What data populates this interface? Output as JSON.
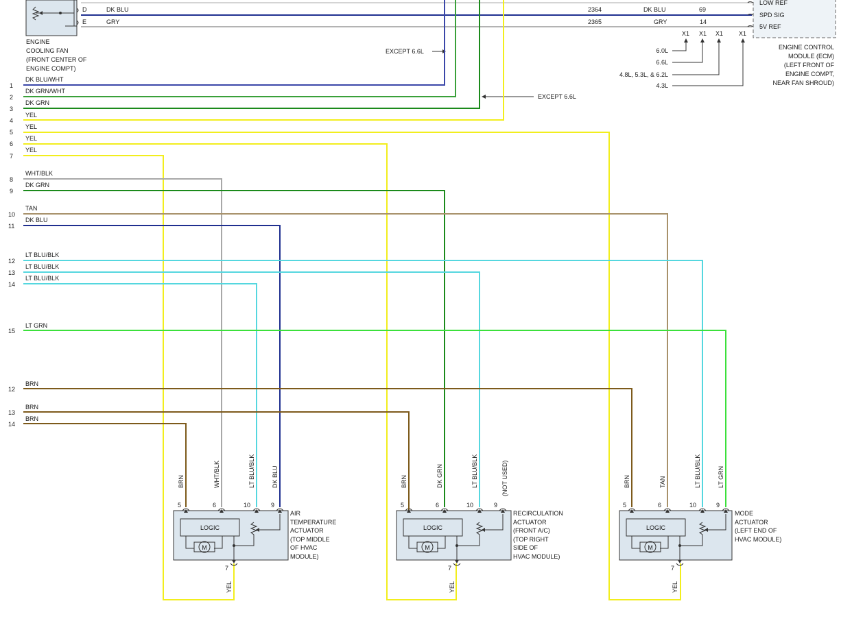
{
  "top": {
    "fan_pins": [
      "D",
      "E"
    ],
    "fan_wires": [
      "DK BLU",
      "GRY"
    ],
    "circuits": [
      "2364",
      "2365"
    ],
    "ecm_wires": [
      "DK BLU",
      "GRY"
    ],
    "ecm_pins": [
      "69",
      "14"
    ],
    "ecm_signals": [
      "LOW REF",
      "SPD SIG",
      "5V REF"
    ],
    "fan_caption": [
      "ENGINE",
      "COOLING FAN",
      "(FRONT CENTER OF",
      "ENGINE COMPT)"
    ],
    "ecm_caption": [
      "ENGINE CONTROL",
      "MODULE (ECM)",
      "(LEFT FRONT OF",
      "ENGINE COMPT,",
      "NEAR FAN SHROUD)"
    ],
    "connectors": [
      "X1",
      "X1",
      "X1",
      "X1"
    ],
    "engines": [
      "6.0L",
      "6.6L",
      "4.8L, 5.3L, & 6.2L",
      "4.3L"
    ],
    "except_notes": [
      "EXCEPT 6.6L",
      "EXCEPT 6.6L"
    ]
  },
  "wires": [
    {
      "num": "1",
      "label": "DK BLU/WHT"
    },
    {
      "num": "2",
      "label": "DK GRN/WHT"
    },
    {
      "num": "3",
      "label": "DK GRN"
    },
    {
      "num": "4",
      "label": "YEL"
    },
    {
      "num": "5",
      "label": "YEL"
    },
    {
      "num": "6",
      "label": "YEL"
    },
    {
      "num": "7",
      "label": "YEL"
    },
    {
      "num": "8",
      "label": "WHT/BLK"
    },
    {
      "num": "9",
      "label": "DK GRN"
    },
    {
      "num": "10",
      "label": "TAN"
    },
    {
      "num": "11",
      "label": "DK BLU"
    },
    {
      "num": "12",
      "label": "LT BLU/BLK"
    },
    {
      "num": "13",
      "label": "LT BLU/BLK"
    },
    {
      "num": "14",
      "label": "LT BLU/BLK"
    },
    {
      "num": "15",
      "label": "LT GRN"
    },
    {
      "num": "12",
      "label": "BRN"
    },
    {
      "num": "13",
      "label": "BRN"
    },
    {
      "num": "14",
      "label": "BRN"
    }
  ],
  "actuators": [
    {
      "vlabels": [
        "BRN",
        "WHT/BLK",
        "LT BLU/BLK",
        "DK BLU"
      ],
      "pins": [
        "5",
        "6",
        "10",
        "9"
      ],
      "logic": "LOGIC",
      "motor": "M",
      "bottom_pin": "7",
      "bottom_label": "YEL",
      "caption": [
        "AIR",
        "TEMPERATURE",
        "ACTUATOR",
        "(TOP MIDDLE",
        "OF HVAC",
        "MODULE)"
      ]
    },
    {
      "vlabels": [
        "BRN",
        "DK GRN",
        "LT BLU/BLK",
        "(NOT USED)"
      ],
      "pins": [
        "5",
        "6",
        "10",
        "9"
      ],
      "logic": "LOGIC",
      "motor": "M",
      "bottom_pin": "7",
      "bottom_label": "YEL",
      "caption": [
        "RECIRCULATION",
        "ACTUATOR",
        "(FRONT A/C)",
        "(TOP RIGHT",
        "SIDE OF",
        "HVAC MODULE)"
      ]
    },
    {
      "vlabels": [
        "BRN",
        "TAN",
        "LT BLU/BLK",
        "LT GRN"
      ],
      "pins": [
        "5",
        "6",
        "10",
        "9"
      ],
      "logic": "LOGIC",
      "motor": "M",
      "bottom_pin": "7",
      "bottom_label": "YEL",
      "caption": [
        "MODE",
        "ACTUATOR",
        "(LEFT END OF",
        "HVAC MODULE)"
      ]
    }
  ],
  "colors": {
    "dk_blu": "#1f2f8f",
    "dk_blu_wht": "#3a46a8",
    "dk_grn": "#1b8a1b",
    "dk_grn_wht": "#3aa03a",
    "yel": "#f2ee1d",
    "wht_blk": "#a8a8a8",
    "tan": "#a8916a",
    "lt_blu_blk": "#55d7df",
    "lt_grn": "#3be03b",
    "brn": "#7d5a1b",
    "gry": "#9a9a9a"
  }
}
